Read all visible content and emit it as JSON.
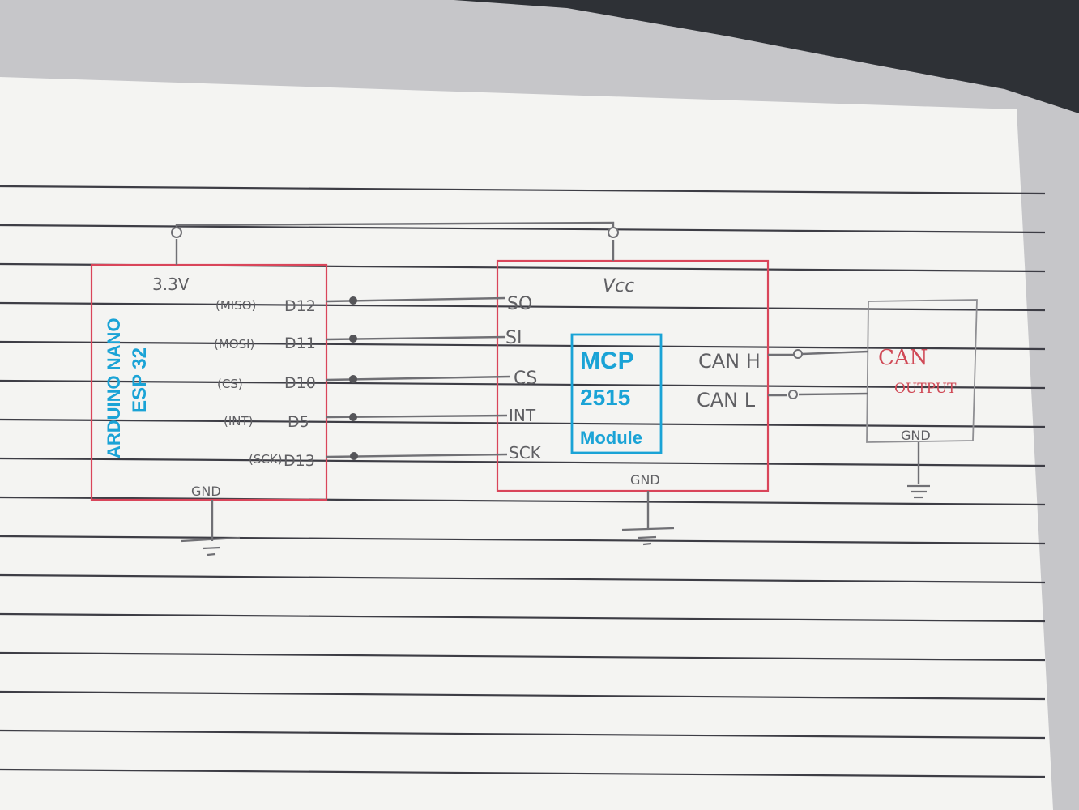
{
  "arduino": {
    "title_line1": "ARDUINO NANO",
    "title_line2": "ESP 32",
    "power": "3.3V",
    "ground": "GND",
    "pins": [
      {
        "function": "(MISO)",
        "pin": "D12"
      },
      {
        "function": "(MOSI)",
        "pin": "D11"
      },
      {
        "function": "(CS)",
        "pin": "D10"
      },
      {
        "function": "(INT)",
        "pin": "D5"
      },
      {
        "function": "(SCK)",
        "pin": "D13"
      }
    ]
  },
  "mcp": {
    "power": "Vcc",
    "ground": "GND",
    "inner_line1": "MCP",
    "inner_line2": "2515",
    "inner_line3": "Module",
    "pins": [
      "SO",
      "SI",
      "CS",
      "INT",
      "SCK"
    ],
    "can_high": "CAN H",
    "can_low": "CAN L"
  },
  "can_output": {
    "line1": "CAN",
    "line2": "OUTPUT",
    "ground": "GND"
  },
  "colors": {
    "pencil": "#5f5f63",
    "box_red": "#d9455a",
    "cyan_ink": "#1aa3d6",
    "paper": "#f4f4f2",
    "rule_line": "#3d3d45"
  }
}
